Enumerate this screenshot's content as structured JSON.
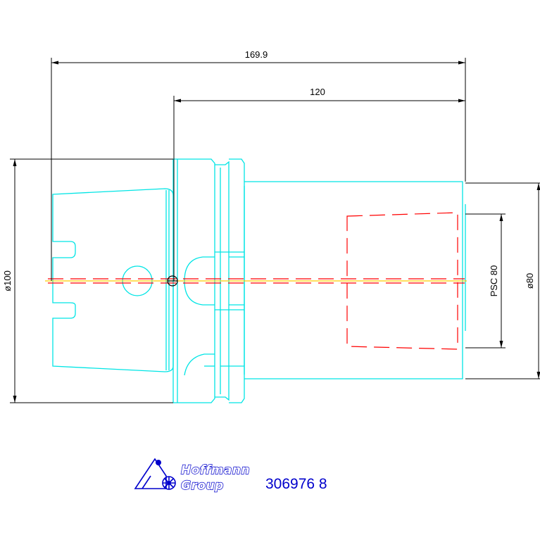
{
  "dimensions": {
    "overall_length": "169.9",
    "gauge_length": "120",
    "flange_diameter": "ø100",
    "shank_diameter": "ø80",
    "interface": "PSC 80"
  },
  "brand": {
    "line1": "Hoffmann",
    "line2": "Group",
    "logo_icon": "hoffmann-group-logo-icon"
  },
  "part_number": "306976 8",
  "colors": {
    "outline": "#00e5e5",
    "dimension": "#000000",
    "hidden_line": "#ff0000",
    "centerline": "#ffcc00",
    "brand": "#0000cc"
  }
}
